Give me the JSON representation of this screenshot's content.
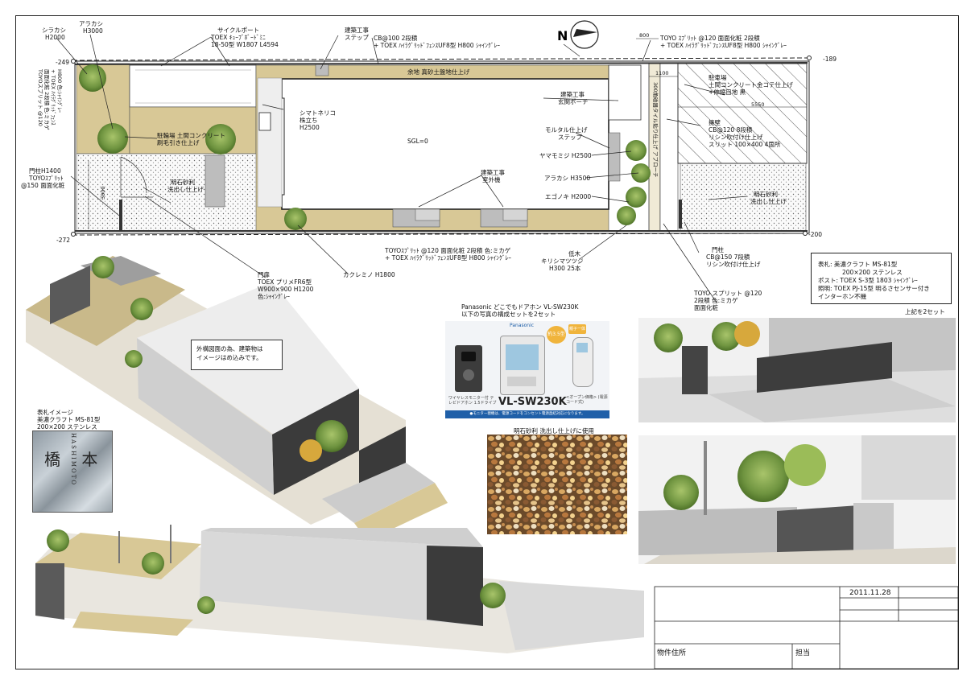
{
  "plan_labels": {
    "shirakashi": "シラカシ",
    "shirakashi_h": "H2000",
    "arakashi_top": "アラカシ",
    "arakashi_top_h": "H3000",
    "cycleport_1": "サイクルポート",
    "cycleport_2": "TOEX ｷｭｰﾌﾞﾎﾞｰﾄﾞﾐﾆ",
    "cycleport_3": "18-50型 W1807 L4594",
    "step_1": "建築工事",
    "step_2": "ステップ",
    "cb100_1": "CB@100 2段積",
    "cb100_2": "+ TOEX ﾊｲﾗｸﾞﾘｯﾄﾞﾌｪﾝｽUF8型 H800 ｼｬｲﾝｸﾞﾚｰ",
    "dim_800": "800",
    "cb120_top_1": "TOYO ｽﾌﾟﾘｯﾄ @120 面面化粧 2段積",
    "cb120_top_2": "+ TOEX ﾊｲﾗｸﾞﾘｯﾄﾞﾌｪﾝｽUF8型 H800 ｼｬｲﾝｸﾞﾚｰ",
    "lvl_left_top": "-249",
    "lvl_right_top": "-189",
    "lvl_left_bottom": "-272",
    "lvl_right_bottom": "-200",
    "left_wall_1": "TOYOスプリット @120",
    "left_wall_2": "面面化粧 2段積 色:ミカゲ",
    "left_wall_3": "+ TOEX ﾊｲﾗｸﾞﾘｯﾄﾞﾌｪﾝｽ",
    "left_wall_4": "H800 色:ｼｬｲﾝｸﾞﾚｰ",
    "masado": "余地 真砂土盤地仕上げ",
    "dim_1100": "1100",
    "parking_1": "駐車場",
    "parking_2": "土間コンクリート金コテ仕上げ",
    "parking_3": "+伸縮目地 黒",
    "dim_5550": "5550",
    "entrance_1": "建築工事",
    "entrance_2": "玄関ポーチ",
    "shimatoneriko_1": "シマトネリコ",
    "shimatoneriko_2": "株立ち",
    "shimatoneriko_3": "H2500",
    "bike_1": "駐輪場 土間コンクリート",
    "bike_2": "刷毛引き仕上げ",
    "sgl": "SGL=0",
    "mortar_1": "モルタル仕上げ",
    "mortar_2": "ステップ",
    "approach": "300角磁器タイル貼り仕上げ アプローチ",
    "retaining_1": "擁壁",
    "retaining_2": "CB@120 8段積",
    "retaining_3": "リシン吹付け仕上げ",
    "retaining_4": "スリット 100×400 4箇所",
    "yamamomiji": "ヤマモミジ H2500",
    "arakashi_mid": "アラカシ H3500",
    "egonoki": "エゴノキ H2000",
    "gate_post_1": "門柱H1400",
    "gate_post_2": "TOYOｽﾌﾟﾘｯﾄ",
    "gate_post_3": "@150 面面化粧",
    "dim_3000": "3000",
    "akashi_left_1": "明石砂利",
    "akashi_left_2": "洗出し仕上げ",
    "outdoor_1": "建築工事",
    "outdoor_2": "室外機",
    "akashi_right_1": "明石砂利",
    "akashi_right_2": "洗出し仕上げ",
    "bottom_wall_1": "TOYOｽﾌﾟﾘｯﾄ @120 面面化粧 2段積 色:ミカゲ",
    "bottom_wall_2": "+ TOEX ﾊｲﾗｸﾞﾘｯﾄﾞﾌｪﾝｽUF8型 H800 ｼｬｲﾝｸﾞﾚｰ",
    "kirishima_1": "低木",
    "kirishima_2": "キリシマツツジ",
    "kirishima_3": "H300 25本",
    "monchu_1": "門柱",
    "monchu_2": "CB@150 7段積",
    "monchu_3": "リシン吹付け仕上げ",
    "monpi_1": "門扉",
    "monpi_2": "TOEX プリメFR6型",
    "monpi_3": "W900×900 H1200",
    "monpi_4": "色:ｼｬｲﾝｸﾞﾚｰ",
    "katsura": "カクレミノ H1800",
    "toyo_split_1": "TOYO スプリット @120",
    "toyo_split_2": "2段積 色:ミカゲ",
    "toyo_split_3": "面面化粧"
  },
  "notes": {
    "line1": "表札: 美濃クラフト MS-81型",
    "line2": "200×200 ステンレス",
    "line3": "ポスト: TOEX S-3型 1803 ｼｬｲﾝｸﾞﾚｰ",
    "line4": "照明: TOEX PJ-15型 明るさセンサー付き",
    "line5": "インターホン不機",
    "caption": "上記を2セット"
  },
  "intercom": {
    "title_1": "Panasonic どこでもドアホン VL-SW230K",
    "title_2": "以下の写真の構成セットを2セット",
    "model": "VL-SW230K",
    "caption_left": "ワイヤレスモニター付 テレビドアホン 1.5ドライブ",
    "badge": "約3.5型",
    "badge2": "親子一体",
    "feature": "<オープン価格> (電源コード式)",
    "foot": "●モニター親機は、電源コードをコンセント電源直結対応になります。",
    "brand": "Panasonic"
  },
  "callout": {
    "line1": "外構図面の為、建築物は",
    "line2": "イメージはめ込みです。"
  },
  "nameplate": {
    "cap1": "表札イメージ",
    "cap2": "美濃クラフト MS-81型",
    "cap3": "200×200 ステンレス",
    "kanji": "橋 本",
    "roman": "HASHIMOTO"
  },
  "gravel": {
    "caption": "明石砂利 洗出し仕上げに使用"
  },
  "title_block": {
    "date": "2011.11.28",
    "property_label": "物件住所",
    "staff_label": "担当"
  },
  "colors": {
    "paving": "#d8c896",
    "gravel_fill": "#f6f6f6",
    "tree": "#7fa04b",
    "wall": "#3d3d3d",
    "house": "#e6e6e6"
  }
}
